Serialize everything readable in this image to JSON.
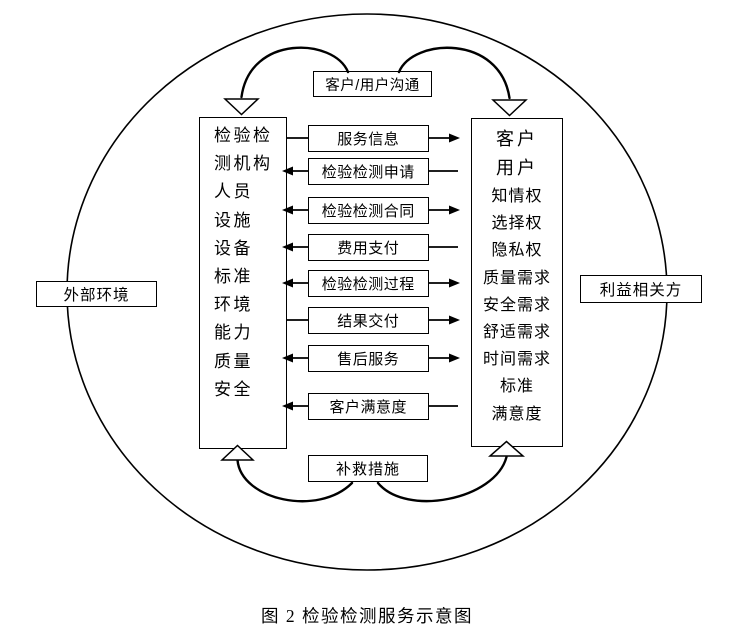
{
  "diagram": {
    "colors": {
      "line": "#000000",
      "box_fill": "#ffffff",
      "text": "#000000",
      "background": "#ffffff"
    },
    "outer_left_box": {
      "label": "外部环境"
    },
    "outer_right_box": {
      "label": "利益相关方"
    },
    "top_box": {
      "label": "客户/用户沟通"
    },
    "bottom_box": {
      "label": "补救措施"
    },
    "institution_box": {
      "lines": [
        "检验检",
        "测机构",
        "人员",
        "设施",
        "设备",
        "标准",
        "环境",
        "能力",
        "质量",
        "安全"
      ]
    },
    "customer_box": {
      "lines": [
        "客户",
        "用户",
        "知情权",
        "选择权",
        "隐私权",
        "质量需求",
        "安全需求",
        "舒适需求",
        "时间需求",
        "标准",
        "满意度"
      ]
    },
    "flows": [
      {
        "label": "服务信息",
        "direction": "right"
      },
      {
        "label": "检验检测申请",
        "direction": "left"
      },
      {
        "label": "检验检测合同",
        "direction": "both"
      },
      {
        "label": "费用支付",
        "direction": "left"
      },
      {
        "label": "检验检测过程",
        "direction": "both"
      },
      {
        "label": "结果交付",
        "direction": "right"
      },
      {
        "label": "售后服务",
        "direction": "both"
      },
      {
        "label": "客户满意度",
        "direction": "left"
      }
    ],
    "caption": "图 2 检验检测服务示意图"
  }
}
